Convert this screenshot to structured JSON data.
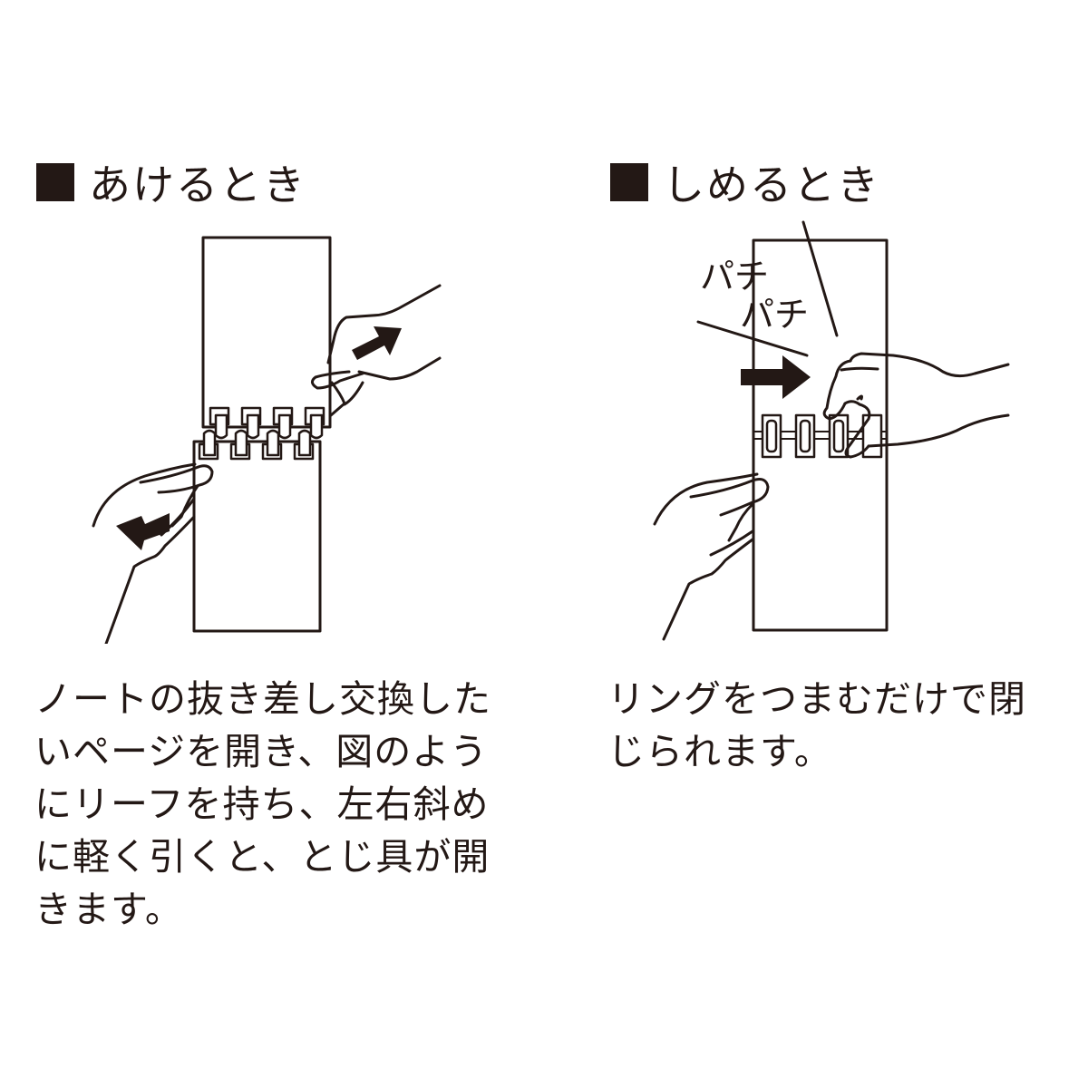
{
  "colors": {
    "ink": "#231815",
    "background": "#ffffff"
  },
  "open_section": {
    "heading_icon": "black-square",
    "heading": "あけるとき",
    "description_lines": [
      "ノートの抜き差し交換した",
      "いページを開き、図のよう",
      "にリーフを持ち、左右斜め",
      "に軽く引くと、とじ具が開",
      "きます。"
    ],
    "illustration": "hands-pulling-notebook-apart"
  },
  "close_section": {
    "heading_icon": "black-square",
    "heading": "しめるとき",
    "sound_effect": [
      "パチ",
      "パチ"
    ],
    "description_lines": [
      "リングをつまむだけで閉",
      "じられます。"
    ],
    "illustration": "hand-pinching-rings-closed"
  }
}
